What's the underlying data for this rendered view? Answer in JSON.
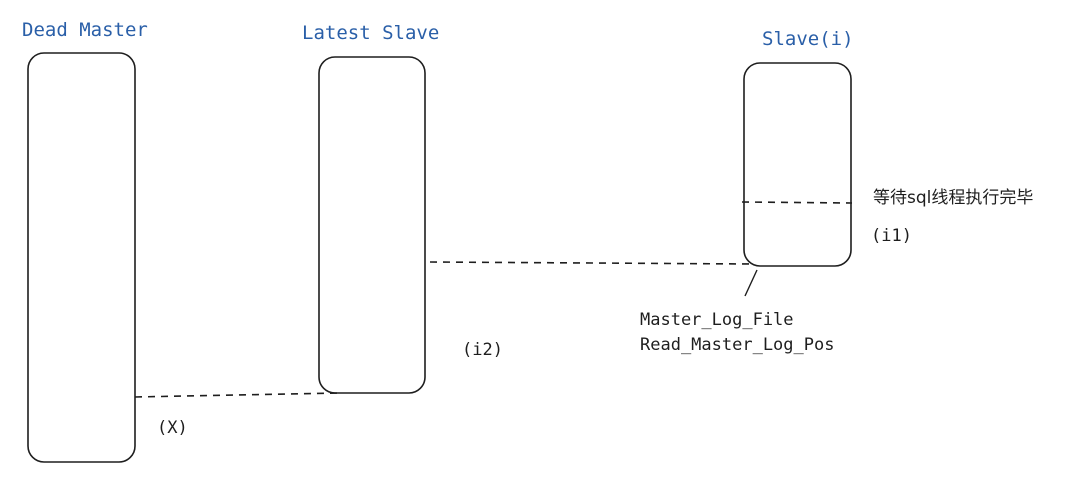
{
  "nodes": {
    "dead_master": {
      "title": "Dead Master"
    },
    "latest_slave": {
      "title": "Latest Slave"
    },
    "slave_i": {
      "title": "Slave(i)"
    }
  },
  "annotations": {
    "wait_sql": "等待sql线程执行完毕",
    "i1": "(i1)",
    "i2": "(i2)",
    "x": "(X)",
    "master_log_file": "Master_Log_File",
    "read_master_log_pos": "Read_Master_Log_Pos"
  },
  "colors": {
    "title": "#2a5fa8",
    "stroke": "#1e1e1e",
    "background": "#ffffff"
  }
}
